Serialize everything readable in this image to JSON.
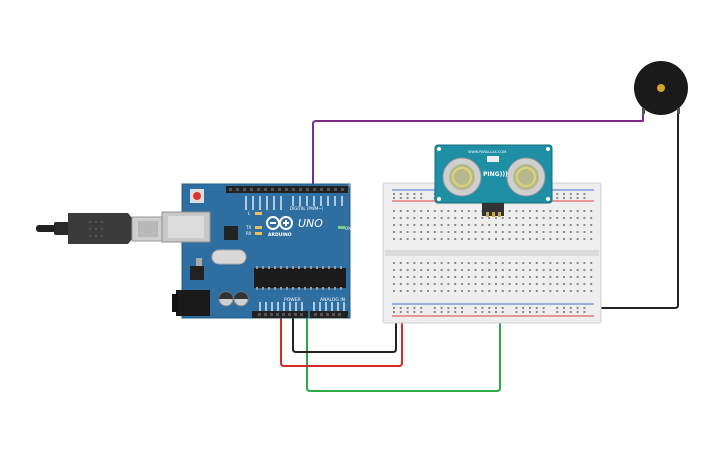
{
  "arduino": {
    "brand_text": "UNO",
    "logo_text": "ARDUINO",
    "header_digital": "DIGITAL (PWM~)",
    "header_power": "POWER",
    "header_analog": "ANALOG IN",
    "led_tx": "TX",
    "led_rx": "RX",
    "led_l": "L",
    "led_on": "ON"
  },
  "sensor": {
    "model_text": "PING)))",
    "site_text": "WWW.PARALLAX.COM"
  },
  "colors": {
    "board": "#2f6ea0",
    "board_dark": "#255c87",
    "wire_purple": "#7b2d8e",
    "wire_green": "#2daa48",
    "wire_red": "#d42a2a",
    "wire_black": "#222222",
    "breadboard": "#eeeeee",
    "sensor_pcb": "#1f8fa6",
    "buzzer": "#1a1a1a",
    "buzzer_center": "#d4a32a"
  },
  "icons": [
    "usb-cable-icon",
    "reset-button-icon",
    "power-jack-icon",
    "atmega-chip-icon",
    "buzzer-icon",
    "ultrasonic-sensor-icon"
  ]
}
